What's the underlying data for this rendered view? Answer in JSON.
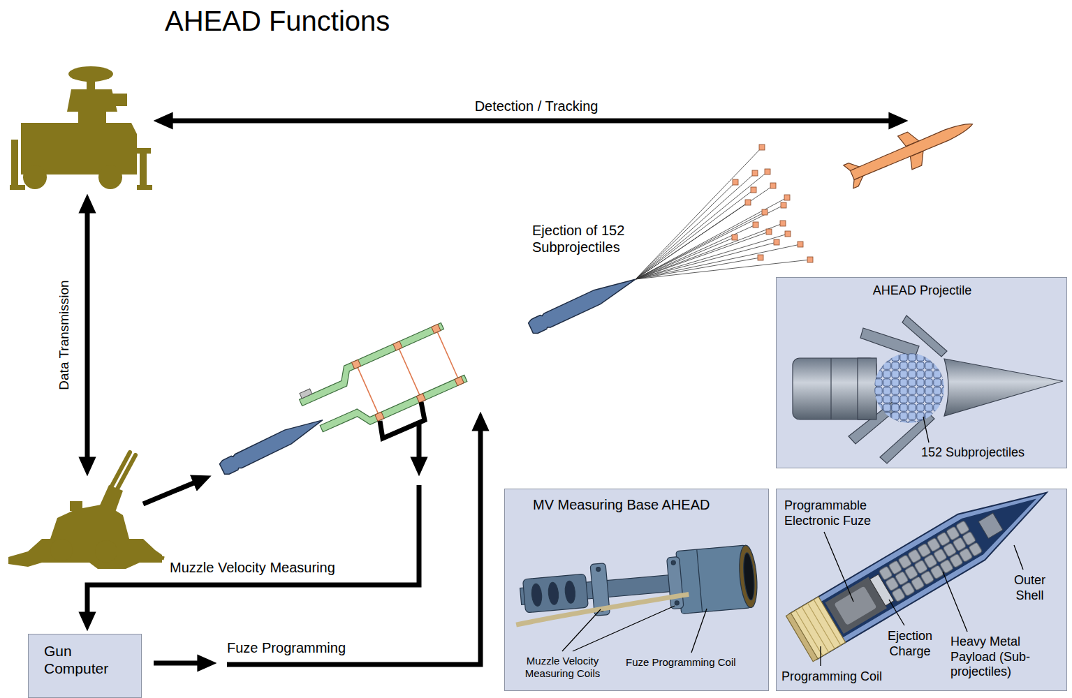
{
  "diagram": {
    "title": "AHEAD Functions",
    "nodes": [
      {
        "text": [
          "AHEAD Projectile",
          "152 Subprojectiles"
        ]
      },
      {
        "text": [
          "MV Measuring Base AHEAD",
          "Muzzle Velocity Measuring Coils",
          "Fuze Programming Coil"
        ]
      },
      {
        "text": [
          "Programmable Electronic Fuze",
          "Outer Shell",
          "Ejection Charge",
          "Heavy Metal Payload (Sub- projectiles)",
          "Programming Coil"
        ]
      },
      {
        "text": [
          "Gun Computer"
        ]
      }
    ],
    "labels": [
      "Detection / Tracking",
      "Ejection of 152 Subprojectiles",
      "Data Transmission",
      "Muzzle Velocity Measuring",
      "Fuze Programming"
    ]
  }
}
